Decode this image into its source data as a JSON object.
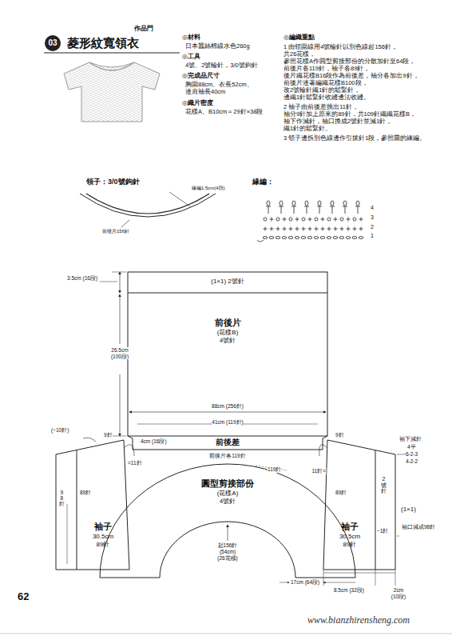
{
  "diagram": {
    "title": "菱形紋寬領衣",
    "nodes": [
      {
        "text": [
          "前後片",
          "(花樣B)",
          "4號針"
        ]
      },
      {
        "text": [
          "圓型剪接部份",
          "(花樣A)",
          "4號針"
        ]
      },
      {
        "text": [
          "袖子",
          "30.5cm",
          "89針"
        ]
      },
      {
        "text": [
          "袖子",
          "30.5cm",
          "89針"
        ]
      }
    ],
    "labels": [
      "作品門",
      "03",
      "◎材料",
      "日本蠶絲棉線水色260g",
      "◎工具",
      "4號、2號輪針，3/0號鉤針",
      "◎完成品尺寸",
      "胸圍88cm、衣長52cm、連肩袖長40cm",
      "◎織片密度",
      "花樣A、B10cm＝29針×38段",
      "◎編織重點",
      "1 由領圍線用4號輪針以別色線起156針，共26花樣，參照花樣A作圓型剪接部份的分散加針至64段，前後片各119針，袖子各89針，後片織花樣B16段作為前後差，袖分各加出9針，前後片連著編織花樣B100段，改2號輪針織1針的鬆緊針，邊織1針鬆緊針收縫邊法收縫。",
      "2 袖子由前後差挑出11針，袖分9針加上原來的89針，共109針織織花樣B，袖下作減針，袖口換成2號針並減1針，織1針的鬆緊針。",
      "3 領子邊拆別色線邊作引拔針1段，參照圖的緣編。",
      "領子：3/0號鉤針",
      "緣編1.5cm(4段)",
      "前後共156針",
      "緣編：",
      "4",
      "3",
      "2",
      "1",
      "3.5cm (16段)",
      "(1×1) 2號針",
      "26.5cm (100段)",
      "88cm (256針)",
      "41cm (119針)",
      "(−10針)",
      "9針",
      "4cm (16段)",
      "前後差",
      "9針",
      "袖下減針",
      "4平",
      "6-2-3",
      "4-2-2",
      "=11針",
      "前後片各119針",
      "119針",
      "11針=",
      "98針",
      "89針",
      "2號針",
      "(1×1)",
      "−1針",
      "袖口減成98針",
      "89針",
      "8.5cm (32段)",
      "2cm (10段)",
      "17cm (64段)",
      "起156針 (54cm) (26花樣)",
      "62",
      "www.bianzhirensheng.com"
    ]
  }
}
